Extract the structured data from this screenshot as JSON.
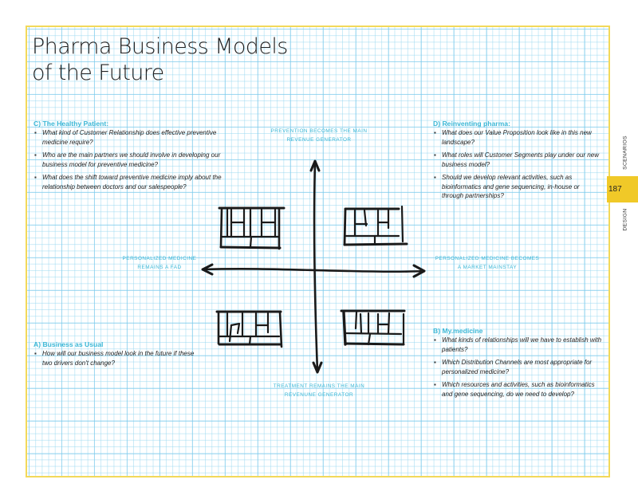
{
  "page": {
    "title_lines": [
      "Pharma Business Models",
      "of the Future"
    ],
    "colors": {
      "accent": "#3bb7d6",
      "frame": "#f2d95a",
      "tab": "#f0c928",
      "grid": "#96d7f0",
      "ink": "#1a1a1a"
    }
  },
  "side_tab": {
    "section_top": "SCENARIOS",
    "page_number": "187",
    "section_bottom": "DESIGN"
  },
  "axes": {
    "top": [
      "PREVENTION BECOMES THE MAIN",
      "REVENUE GENERATOR"
    ],
    "bottom": [
      "TREATMENT REMAINS THE MAIN",
      "REVENUNE GENERATOR"
    ],
    "left": [
      "PERSONALIZED MEDICINE",
      "REMAINS A FAD"
    ],
    "right": [
      "PERSONALIZED MEDICINE BECOMES",
      "A MARKET MAINSTAY"
    ]
  },
  "scenarios": {
    "c": {
      "heading": "C) The Healthy Patient:",
      "questions": [
        "What kind of Customer Relationship does effective preventive medicine require?",
        "Who are the main partners we should involve in developing our business model for preventive medicine?",
        "What does the shift toward preventive medicine imply about the relationship between doctors and our salespeople?"
      ]
    },
    "d": {
      "heading": "D) Reinventing pharma:",
      "questions": [
        "What does our Value Proposition look like in this new landscape?",
        "What roles will Customer Segments play under our new business model?",
        "Should we develop relevant activities, such as bioinformatics and gene sequencing, in-house or through partnerships?"
      ]
    },
    "a": {
      "heading": "A) Business as Usual",
      "questions": [
        "How will our business model look in the future if these two drivers don't change?"
      ]
    },
    "b": {
      "heading": "B) My.medicine",
      "questions": [
        "What kinds of relationships will we have to establish with patients?",
        "Which Distribution Channels are most appropriate for personalized medicine?",
        "Which resources and activities, such as bioinformatics and gene sequencing, do we need to develop?"
      ]
    }
  },
  "icons": {
    "bullet": "▪",
    "canvas_sketch": "business-model-canvas-sketch-icon",
    "arrow": "double-headed-arrow"
  }
}
